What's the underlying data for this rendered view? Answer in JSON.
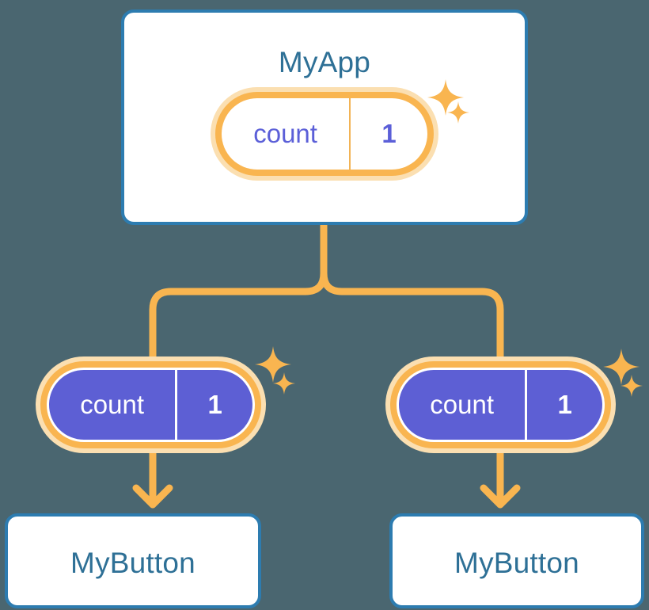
{
  "theme": {
    "background": "#4a6670",
    "card_border": "#2d7cb0",
    "card_fill": "#ffffff",
    "title_text": "#2e7096",
    "accent_amber": "#f9b550",
    "accent_amber_pale": "#fbdfb1",
    "state_fill": "#5d5fd4",
    "state_text_light": "#5b5fd8",
    "state_text_solid": "#ffffff"
  },
  "diagram": {
    "root": {
      "title": "MyApp",
      "state": {
        "key": "count",
        "value": "1"
      }
    },
    "branches": [
      {
        "state": {
          "key": "count",
          "value": "1"
        },
        "child": {
          "title": "MyButton"
        }
      },
      {
        "state": {
          "key": "count",
          "value": "1"
        },
        "child": {
          "title": "MyButton"
        }
      }
    ]
  }
}
